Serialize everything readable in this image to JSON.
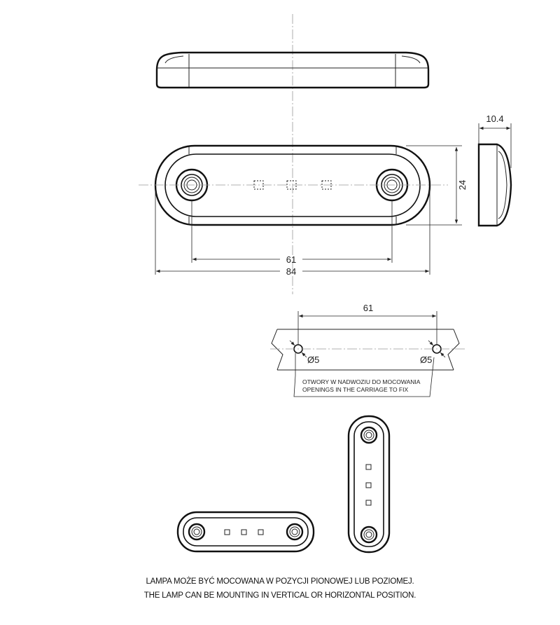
{
  "dimensions": {
    "depth": "10.4",
    "height": "24",
    "hole_spacing": "61",
    "overall_length": "84",
    "mount_spacing": "61",
    "hole_dia_left": "Ø5",
    "hole_dia_right": "Ø5"
  },
  "mounting_note": {
    "line_pl": "OTWORY W NADWOZIU DO MOCOWANIA",
    "line_en": "OPENINGS IN THE CARRIAGE TO FIX"
  },
  "footer": {
    "line_pl": "LAMPA MOŻE BYĆ MOCOWANA W POZYCJI PIONOWEJ LUB POZIOMEJ.",
    "line_en": "THE LAMP CAN BE MOUNTING  IN VERTICAL OR HORIZONTAL POSITION."
  }
}
